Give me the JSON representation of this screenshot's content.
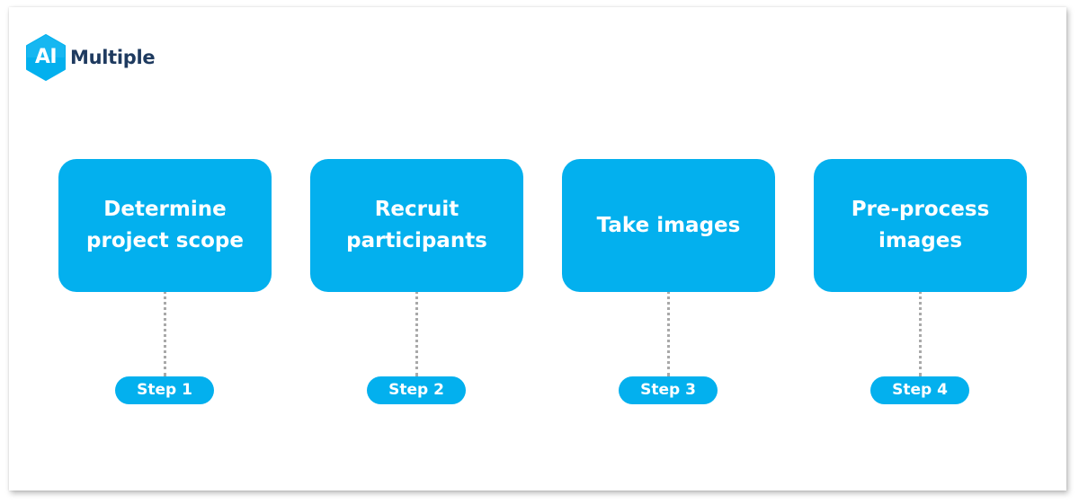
{
  "logo": {
    "badge_text": "AI",
    "word": "Multiple",
    "badge_color": "#03b0ee",
    "word_color": "#1e3a5f"
  },
  "accent_color": "#03b0ee",
  "connector_color": "#a9a9a9",
  "steps": [
    {
      "label": "Determine\nproject scope",
      "step": "Step 1"
    },
    {
      "label": "Recruit\nparticipants",
      "step": "Step 2"
    },
    {
      "label": "Take images",
      "step": "Step 3"
    },
    {
      "label": "Pre-process\nimages",
      "step": "Step 4"
    }
  ]
}
